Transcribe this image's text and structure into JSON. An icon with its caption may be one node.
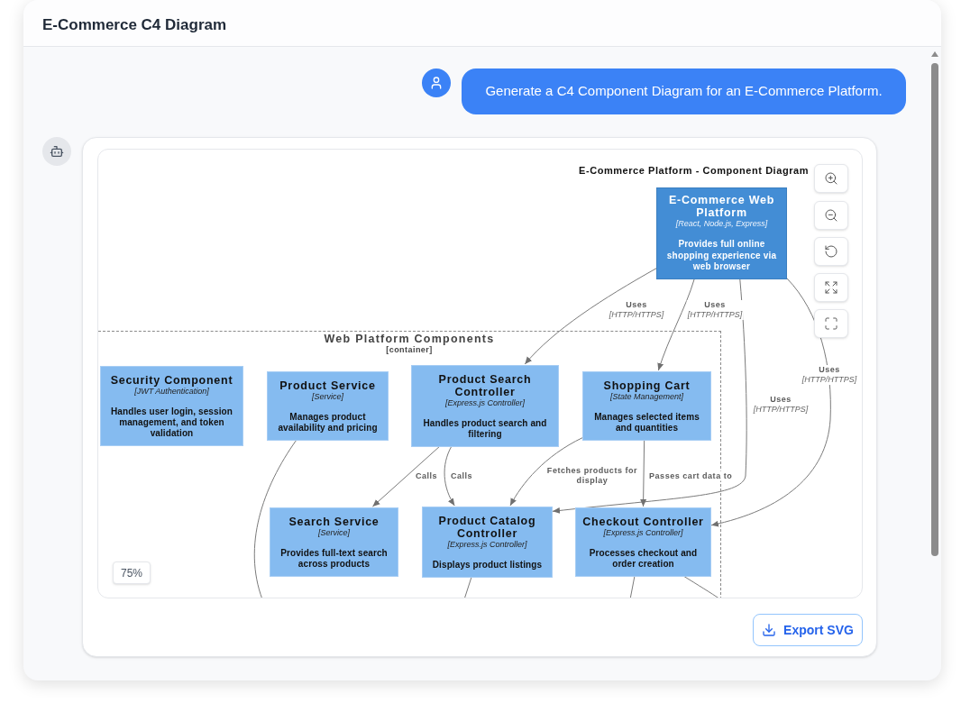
{
  "diagram": {
    "title": "E-Commerce Platform - Component Diagram",
    "nodes": [
      {
        "text": [
          "E-Commerce Web Platform",
          "[React, Node.js, Express]",
          "Provides full online shopping experience via web browser"
        ]
      },
      {
        "text": [
          "Web Platform Components",
          "[container]"
        ]
      },
      {
        "text": [
          "Security Component",
          "[JWT Authentication]",
          "Handles user login, session management, and token validation"
        ],
        "in": 1
      },
      {
        "text": [
          "Product Service",
          "[Service]",
          "Manages product availability and pricing"
        ],
        "in": 1
      },
      {
        "text": [
          "Product Search Controller",
          "[Express.js Controller]",
          "Handles product search and filtering"
        ],
        "in": 1
      },
      {
        "text": [
          "Shopping Cart",
          "[State Management]",
          "Manages selected items and quantities"
        ],
        "in": 1
      },
      {
        "text": [
          "Search Service",
          "[Service]",
          "Provides full-text search across products"
        ],
        "in": 1
      },
      {
        "text": [
          "Product Catalog Controller",
          "[Express.js Controller]",
          "Displays product listings"
        ],
        "in": 1
      },
      {
        "text": [
          "Checkout Controller",
          "[Express.js Controller]",
          "Processes checkout and order creation"
        ],
        "in": 1
      }
    ],
    "edges": [
      {
        "from": 0,
        "to": 4,
        "arrow": "to",
        "label": "Uses *[HTTP/HTTPS]*"
      },
      {
        "from": 0,
        "to": 5,
        "arrow": "to",
        "label": "Uses *[HTTP/HTTPS]*"
      },
      {
        "from": 0,
        "to": 7,
        "arrow": "to",
        "label": "Uses *[HTTP/HTTPS]*"
      },
      {
        "from": 0,
        "to": 8,
        "arrow": "to",
        "label": "Uses *[HTTP/HTTPS]*"
      },
      {
        "from": 4,
        "to": 6,
        "arrow": "to",
        "label": "Calls"
      },
      {
        "from": 4,
        "to": 7,
        "arrow": "to",
        "label": "Calls"
      },
      {
        "from": 5,
        "to": 7,
        "arrow": "to",
        "label": "Fetches products for display"
      },
      {
        "from": 5,
        "to": 8,
        "arrow": "to",
        "label": "Passes cart data to"
      },
      {
        "from": 3,
        "to": null,
        "arrow": "none"
      },
      {
        "from": 7,
        "to": null,
        "arrow": "none"
      },
      {
        "from": 8,
        "to": null,
        "arrow": "none"
      },
      {
        "from": 8,
        "to": null,
        "arrow": "none"
      }
    ],
    "labels": [
      "E-Commerce C4 Diagram",
      "Generate a C4 Component Diagram for an E-Commerce Platform.",
      "75%",
      "Export SVG"
    ]
  }
}
